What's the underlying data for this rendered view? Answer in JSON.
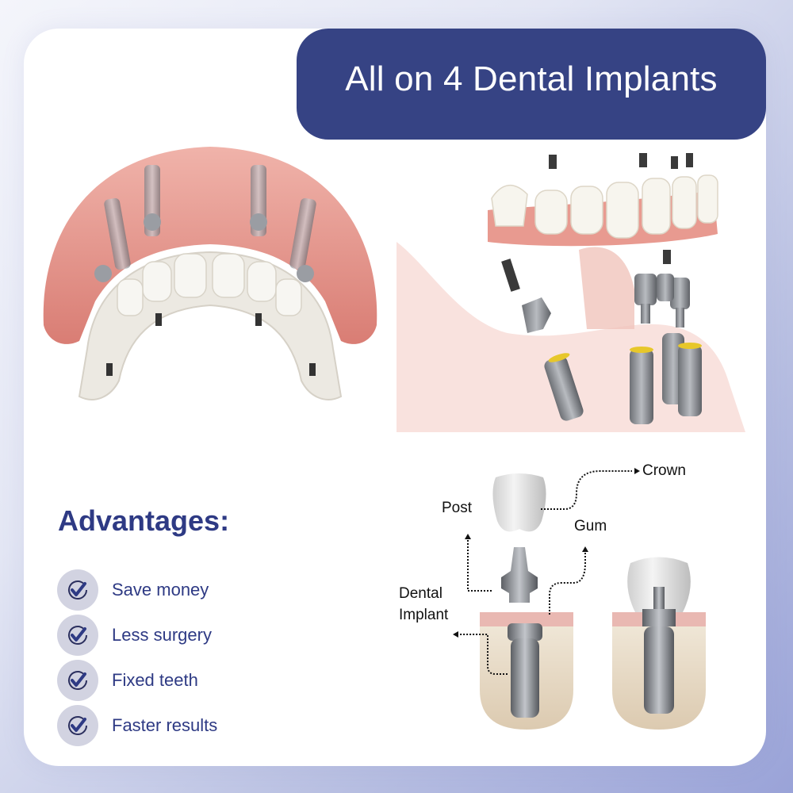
{
  "header": {
    "title": "All on 4 Dental Implants"
  },
  "colors": {
    "primary": "#364384",
    "text_primary": "#2e3a84",
    "badge_bg": "#d2d3e1",
    "gum": "#e89a90",
    "tooth": "#f2f0ea",
    "metal": "#8d8f94",
    "bone": "#e6d9c4"
  },
  "illustrations": {
    "upper_arch": {
      "icon": "upper-jaw-implant-bridge-illustration",
      "alt": "Upper arch denture with four implants"
    },
    "lower_arch": {
      "icon": "lower-jaw-implant-exploded-illustration",
      "alt": "Lower arch bridge with abutments and implants"
    }
  },
  "advantages": {
    "title": "Advantages:",
    "items": [
      {
        "label": "Save money",
        "icon": "check-circle-icon"
      },
      {
        "label": "Less surgery",
        "icon": "check-circle-icon"
      },
      {
        "label": "Fixed teeth",
        "icon": "check-circle-icon"
      },
      {
        "label": "Faster results",
        "icon": "check-circle-icon"
      }
    ]
  },
  "diagram": {
    "labels": {
      "crown": "Crown",
      "post": "Post",
      "gum": "Gum",
      "dental_implant_line1": "Dental",
      "dental_implant_line2": "Implant"
    }
  }
}
